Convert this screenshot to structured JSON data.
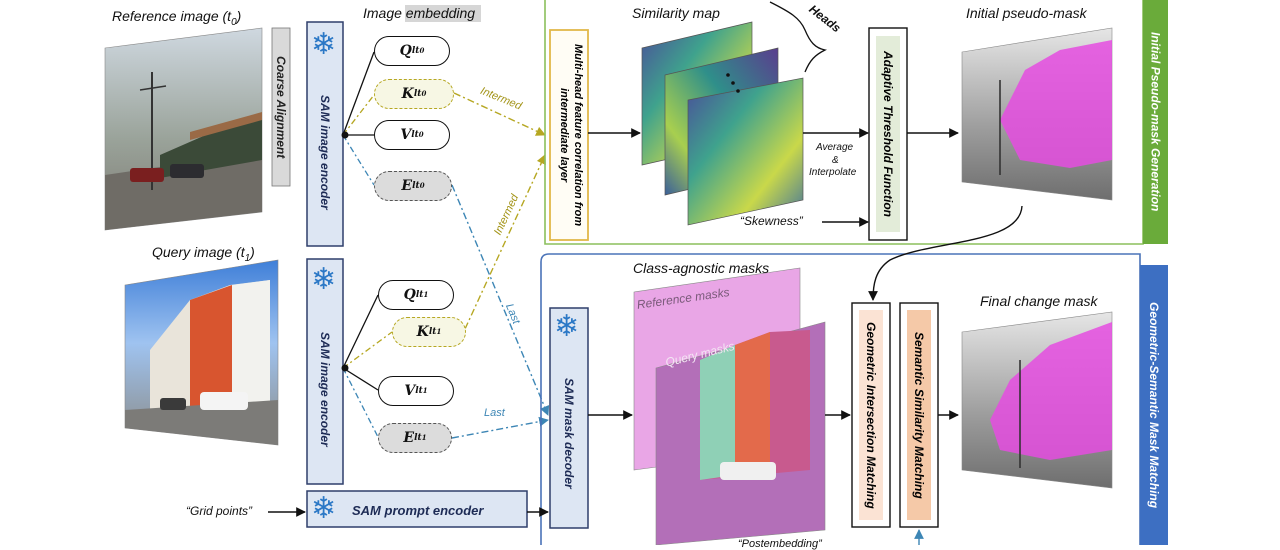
{
  "images": {
    "reference_label": "Reference image (t",
    "reference_sub": "0",
    "query_label": "Query image (t",
    "query_sub": "1"
  },
  "encoders": {
    "image_embedding": "Image embedding",
    "coarse_alignment": "Coarse Alignment",
    "sam_image_encoder_top": "SAM image encoder",
    "sam_image_encoder_bottom": "SAM image encoder",
    "sam_prompt_encoder": "SAM prompt encoder",
    "sam_mask_decoder": "SAM mask decoder",
    "grid_points": "“Grid points”"
  },
  "tokens": {
    "q0": {
      "letter": "Q",
      "sub": "l",
      "sup": "t",
      "supsub": "0"
    },
    "k0": {
      "letter": "K",
      "sub": "l",
      "sup": "t",
      "supsub": "0"
    },
    "v0": {
      "letter": "V",
      "sub": "l",
      "sup": "t",
      "supsub": "0"
    },
    "e0": {
      "letter": "E",
      "sub": "l",
      "sup": "t",
      "supsub": "0"
    },
    "q1": {
      "letter": "Q",
      "sub": "l",
      "sup": "t",
      "supsub": "1"
    },
    "k1": {
      "letter": "K",
      "sub": "l",
      "sup": "t",
      "supsub": "1"
    },
    "v1": {
      "letter": "V",
      "sub": "l",
      "sup": "t",
      "supsub": "1"
    },
    "e1": {
      "letter": "E",
      "sub": "l",
      "sup": "t",
      "supsub": "1"
    }
  },
  "edge_labels": {
    "intermed_1": "Intermed",
    "intermed_2": "Intermed",
    "last_1": "Last",
    "last_2": "Last",
    "average": "Average",
    "amp": "&",
    "interpolate": "Interpolate",
    "skewness": "“Skewness”"
  },
  "top_stage": {
    "title": "Initial Pseudo-mask Generation",
    "correlation": "Multi-head feature correlation from intermediate layer",
    "similarity_map": "Similarity map",
    "heads": "Heads",
    "adaptive_threshold": "Adaptive Threshold Function",
    "initial_pseudo_mask": "Initial pseudo-mask"
  },
  "bottom_stage": {
    "title": "Geometric-Semantic Mask Matching",
    "class_agnostic": "Class-agnostic masks",
    "reference_masks": "Reference masks",
    "query_masks": "Query masks",
    "geometric": "Geometric Intersection Matching",
    "semantic": "Semantic Similarity Matching",
    "final_change_mask": "Final change mask",
    "cropped_text": "“Postembedding”"
  },
  "colors": {
    "encoder_fill": "#dde6f3",
    "encoder_border": "#2f3f6b",
    "top_border": "#8bbf5c",
    "top_banner": "#6aab3a",
    "bottom_border": "#4a73b8",
    "bottom_banner": "#3d6fc2",
    "intermed_arrow": "#b6a722",
    "last_arrow": "#3d86b5",
    "correlation_border": "#e2b84a",
    "semantic_fill": "#f5c9a8",
    "mask_magenta": "#e54ce0"
  }
}
